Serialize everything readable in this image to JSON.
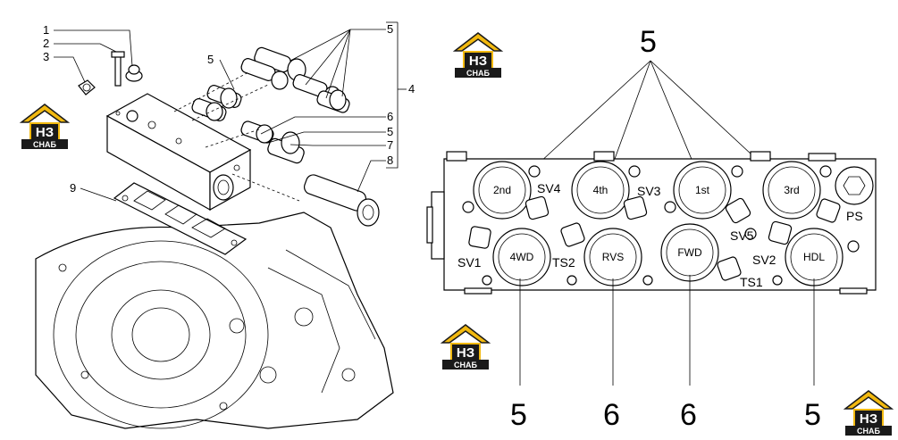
{
  "brand": {
    "logo_top": "НЗ",
    "logo_bottom": "СНАБ",
    "colors": {
      "roof": "#f2b90f",
      "dark": "#1a1a1a",
      "white": "#ffffff"
    }
  },
  "left_diagram": {
    "callouts": [
      "1",
      "2",
      "3",
      "5",
      "5",
      "4",
      "6",
      "5",
      "7",
      "8",
      "9"
    ]
  },
  "right_diagram": {
    "top_callout": "5",
    "solenoids": [
      "2nd",
      "4th",
      "1st",
      "3rd",
      "4WD",
      "RVS",
      "FWD",
      "HDL"
    ],
    "sensors": [
      "SV4",
      "SV3",
      "SV5",
      "PS",
      "SV1",
      "TS2",
      "SV2",
      "TS1"
    ],
    "bottom_callouts": [
      "5",
      "6",
      "6",
      "5"
    ]
  }
}
